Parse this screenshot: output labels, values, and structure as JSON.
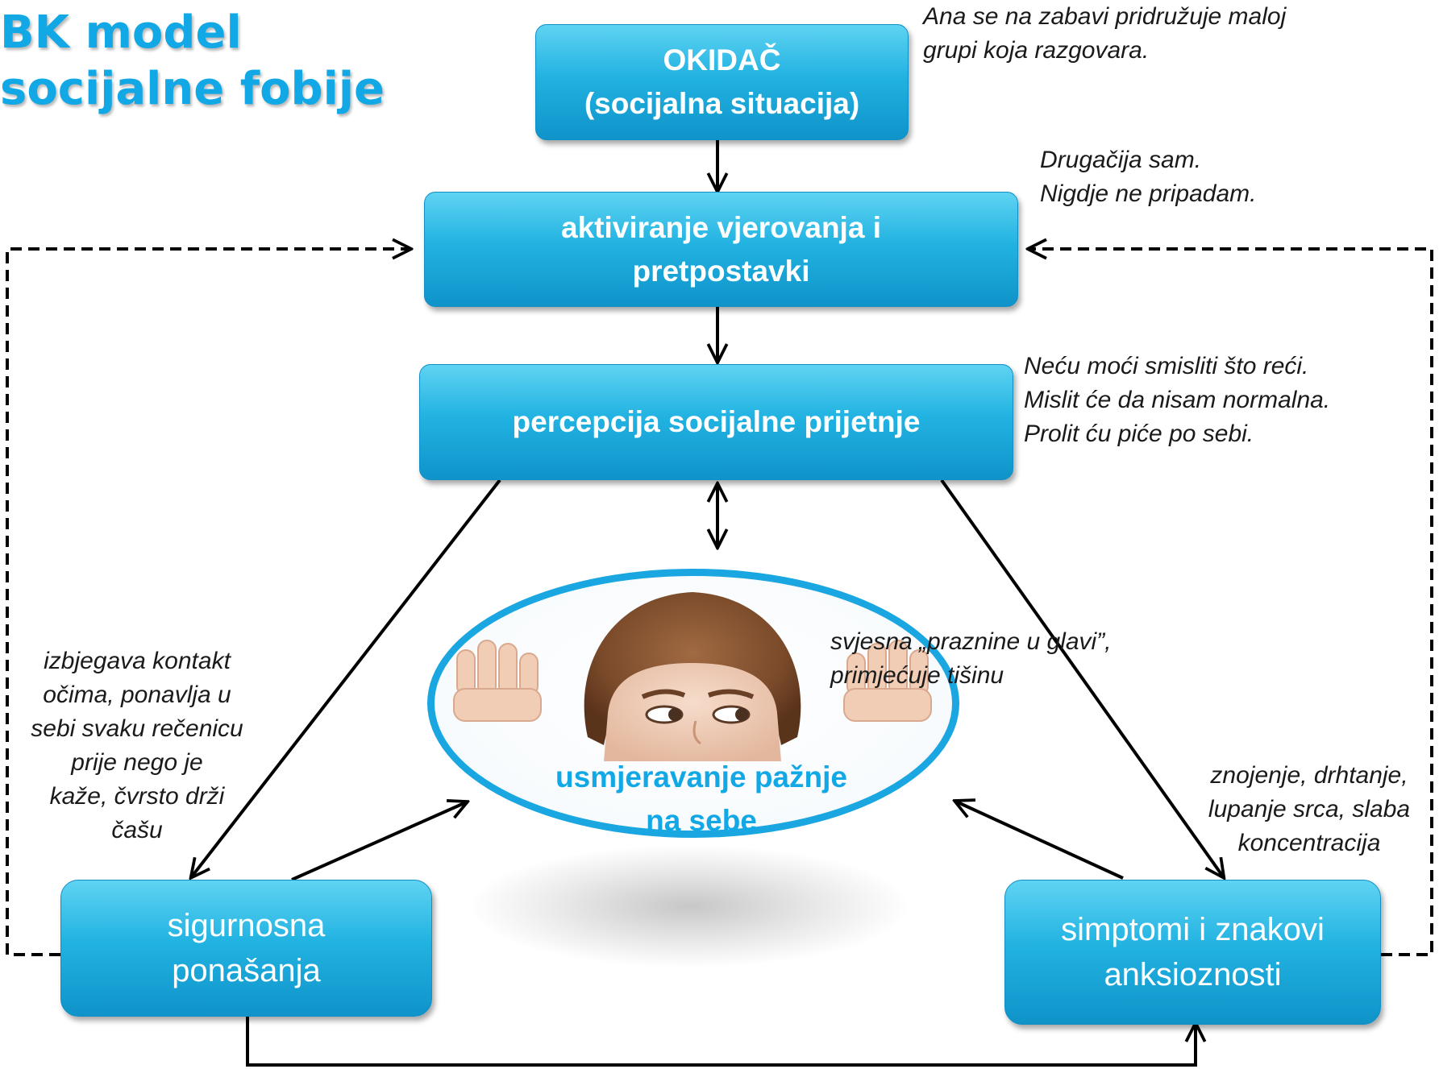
{
  "title": {
    "line1": "BK model",
    "line2": "socijalne fobije"
  },
  "boxes": {
    "trigger": {
      "line1": "OKIDAČ",
      "line2": "(socijalna situacija)"
    },
    "beliefs": {
      "line1": "aktiviranje vjerovanja i",
      "line2": "pretpostavki"
    },
    "threat": {
      "line1": "percepcija socijalne prijetnje"
    },
    "focus": {
      "line1": "usmjeravanje pažnje",
      "line2": "na sebe"
    },
    "safety": {
      "line1": "sigurnosna",
      "line2": "ponašanja"
    },
    "symptoms": {
      "line1": "simptomi i znakovi",
      "line2": "anksioznosti"
    }
  },
  "notes": {
    "trigger": [
      "Ana se na zabavi pridružuje maloj",
      "grupi koja razgovara."
    ],
    "beliefs": [
      "Drugačija sam.",
      "Nigdje ne pripadam."
    ],
    "threat": [
      "Neću moći smisliti što reći.",
      "Mislit će da nisam normalna.",
      "Prolit ću piće po sebi."
    ],
    "focus": [
      "svjesna „praznine u glavi”,",
      "primjećuje tišinu"
    ],
    "safety": [
      "izbjegava kontakt",
      "očima, ponavlja u",
      "sebi svaku rečenicu",
      "prije nego je",
      "kaže, čvrsto drži",
      "čašu"
    ],
    "symptoms": [
      "znojenje, drhtanje,",
      "lupanje srca, slaba",
      "koncentracija"
    ]
  },
  "colors": {
    "accent": "#12a8e6",
    "box_top": "#5fd3f2",
    "box_bottom": "#0f93c9",
    "arrows": "#000000"
  },
  "picture": {
    "name": "woman-peeking-over-edge",
    "kind": "photo"
  }
}
